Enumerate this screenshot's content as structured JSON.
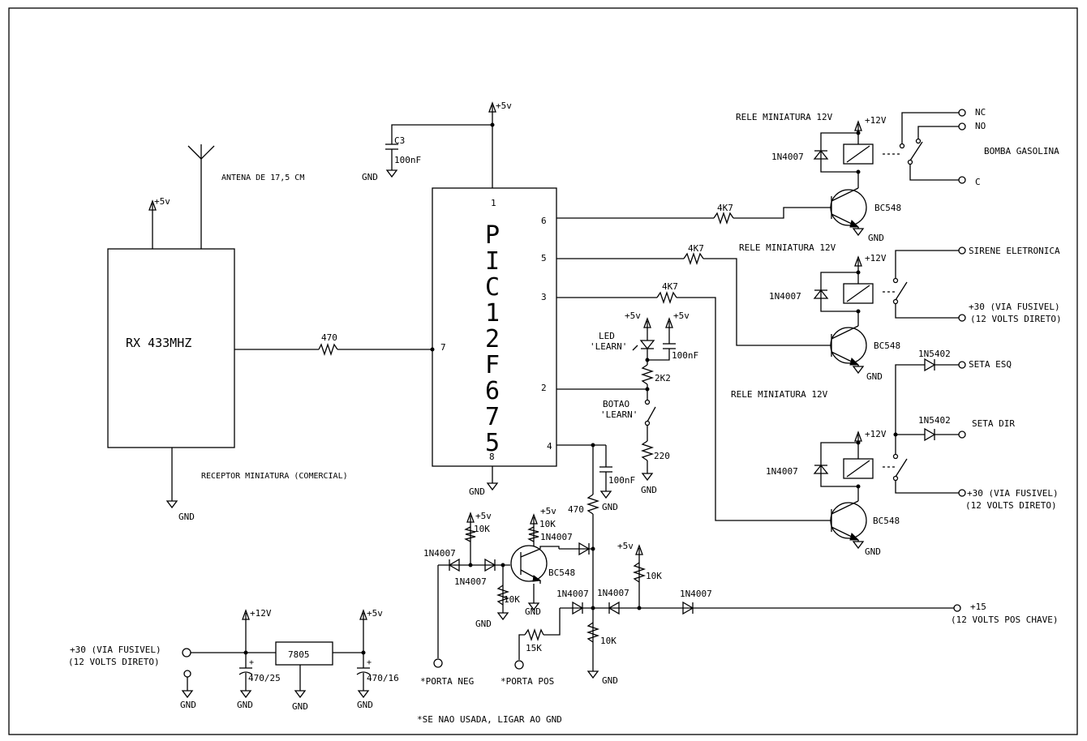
{
  "labels": {
    "antenna": "ANTENA DE 17,5 CM",
    "rx": "RX  433MHZ",
    "receptor": "RECEPTOR MINIATURA (COMERCIAL)",
    "gnd": "GND",
    "plus5": "+5v",
    "plus12": "+12V",
    "c3": "C3",
    "nf100": "100nF",
    "r470": "470",
    "r4k7": "4K7",
    "r2k2": "2K2",
    "r220": "220",
    "r10k": "10K",
    "r15k": "15K",
    "pin1": "1",
    "pin2": "2",
    "pin3": "3",
    "pin4": "4",
    "pin5": "5",
    "pin6": "6",
    "pin7": "7",
    "pin8": "8",
    "chip": [
      "P",
      "I",
      "C",
      "1",
      "2",
      "F",
      "6",
      "7",
      "5"
    ],
    "relay": "RELE MINIATURA 12V",
    "diode": "1N4007",
    "diode5402": "1N5402",
    "bc548": "BC548",
    "nc": "NC",
    "no": "NO",
    "c": "C",
    "bomba": "BOMBA GASOLINA",
    "sirene": "SIRENE ELETRONICA",
    "plus30": "+30 (VIA FUSIVEL)",
    "volts12direto": "(12 VOLTS DIRETO)",
    "plus30b": "+30  (VIA FUSIVEL)",
    "volts12direto_b": "(12  VOLTS DIRETO)",
    "seta_esq": "SETA ESQ",
    "seta_dir": "SETA DIR",
    "led": "LED",
    "learn": "'LEARN'",
    "botao": "BOTAO",
    "plus15": "+15",
    "volts12chave": "(12 VOLTS POS CHAVE)",
    "porta_neg": "*PORTA NEG",
    "porta_pos": "*PORTA POS",
    "reg": "7805",
    "c470_25": "470/25",
    "c470_16": "470/16",
    "plus": "+",
    "footnote": "*SE NAO USADA, LIGAR AO GND"
  }
}
